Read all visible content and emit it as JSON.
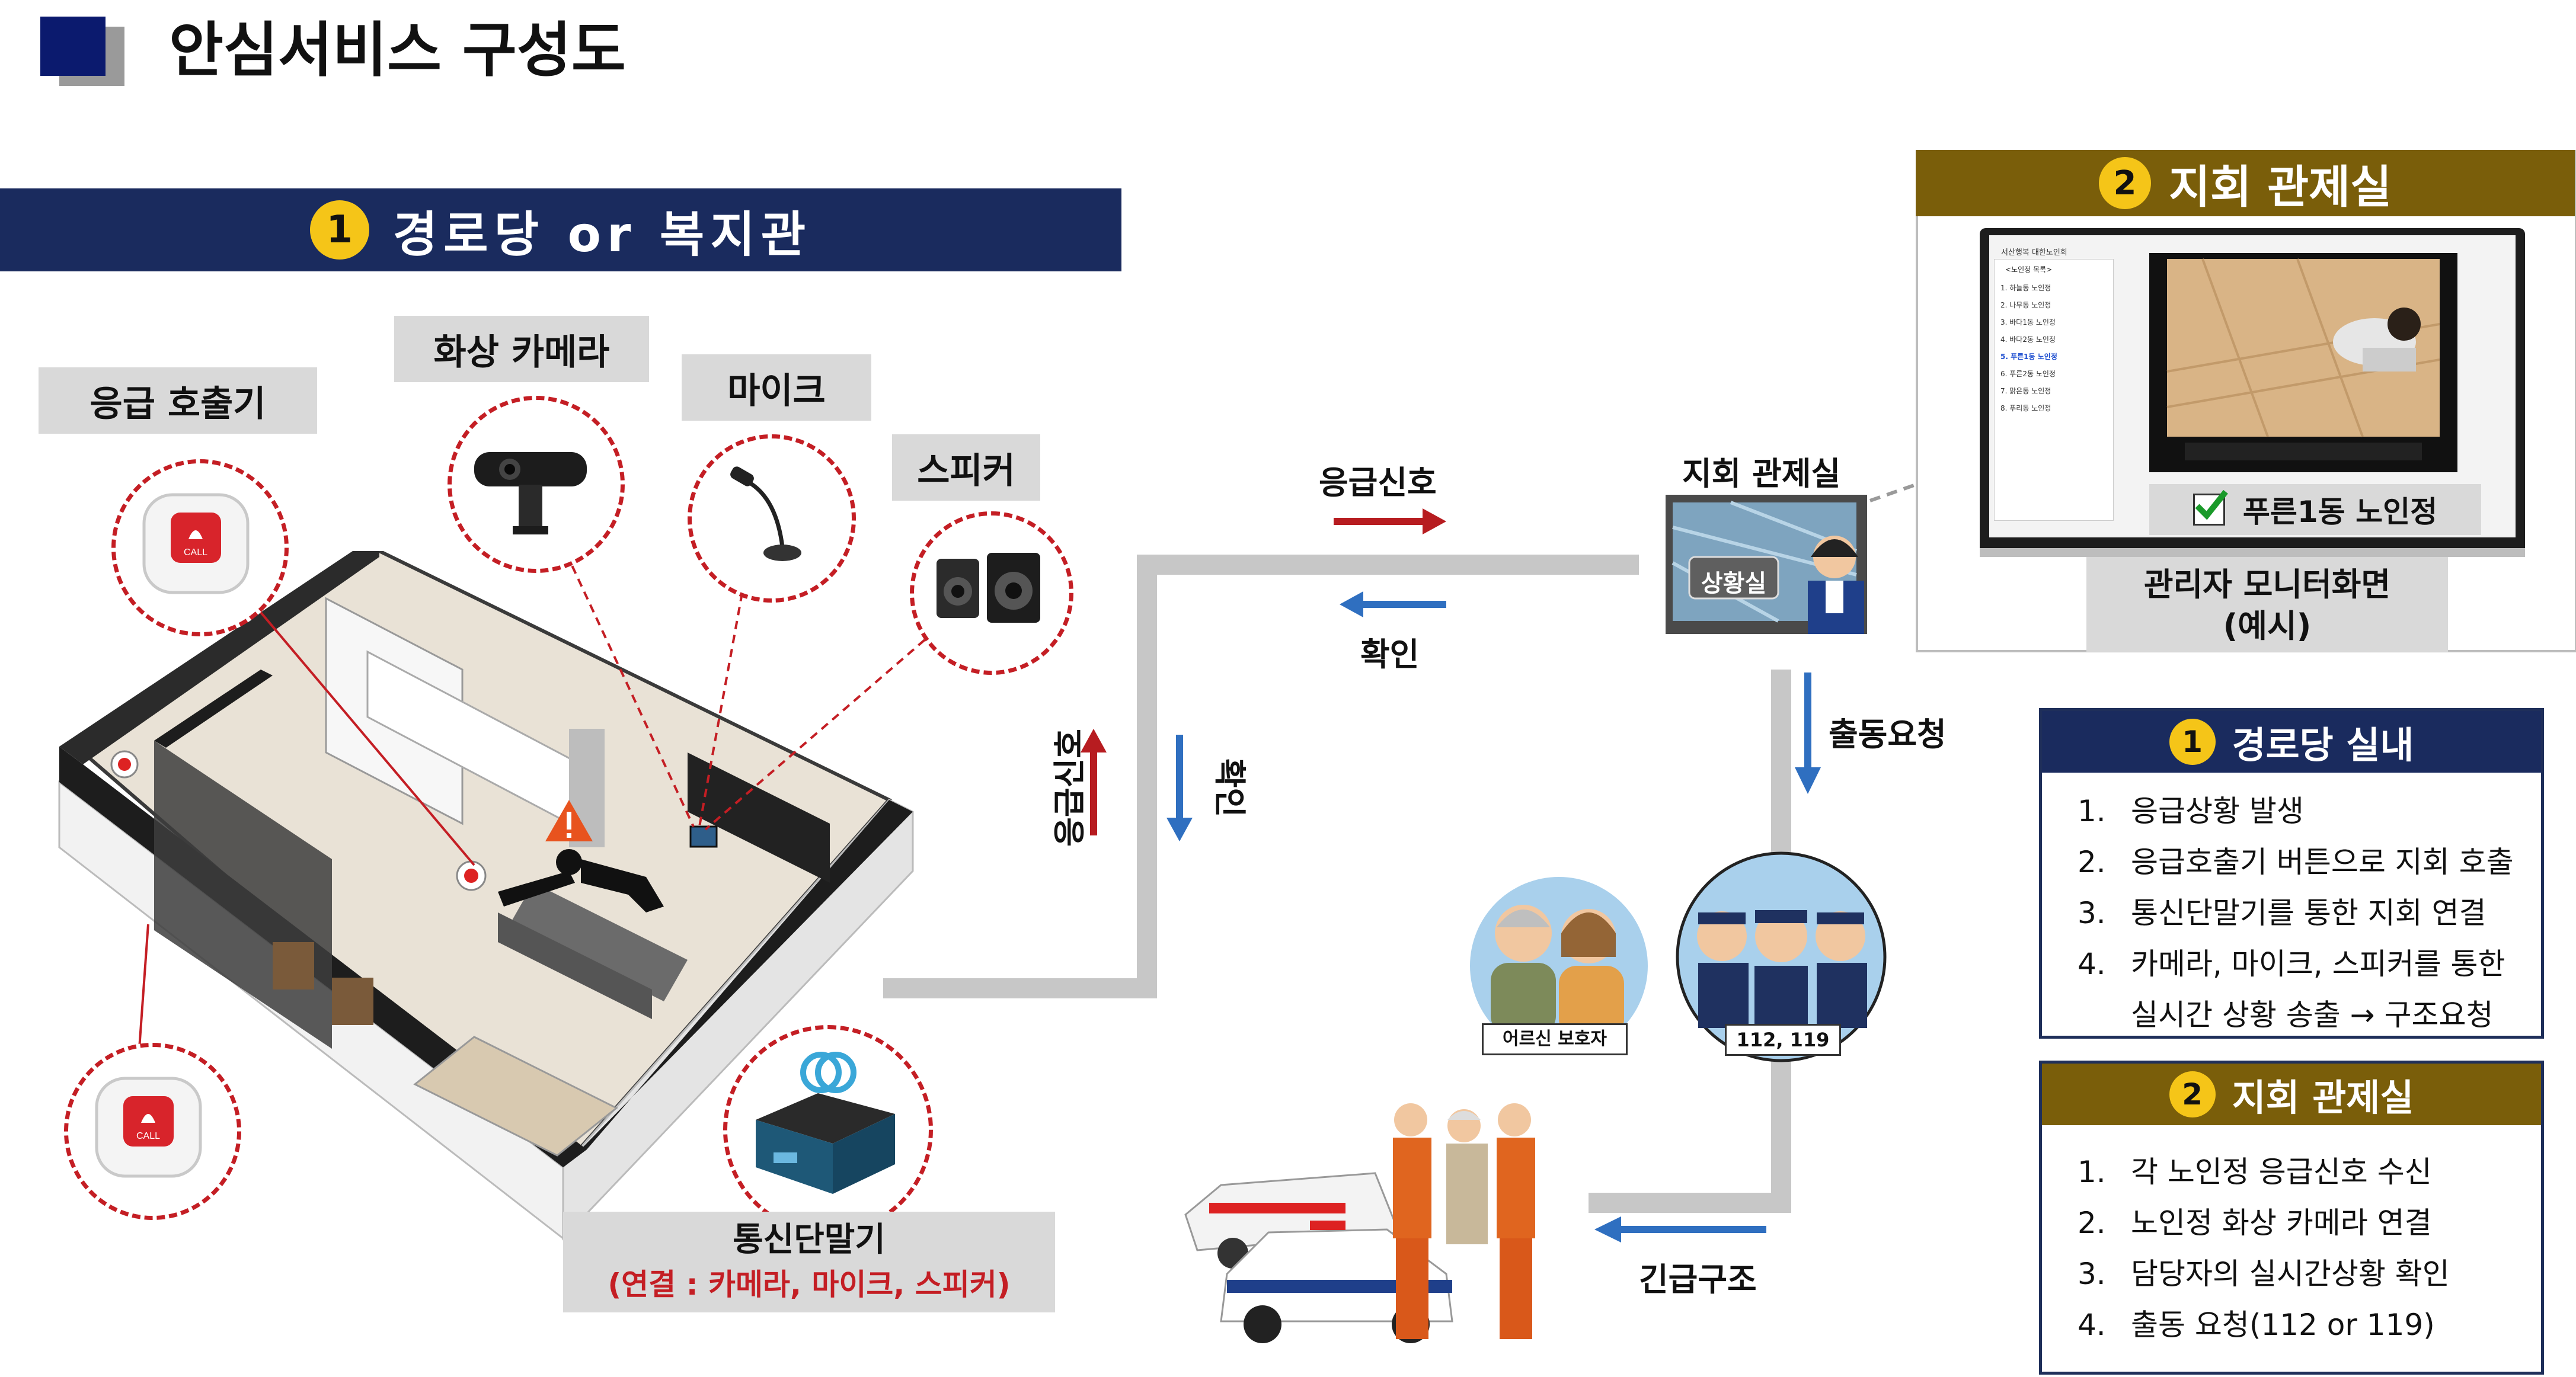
{
  "header": {
    "title": "안심서비스 구성도",
    "accent_color": "#0b1a6e"
  },
  "section1": {
    "number": "1",
    "title": "경로당 or 복지관",
    "bar_color": "#1a2b5e"
  },
  "devices": {
    "call_button": "응급 호출기",
    "camera": "화상 카메라",
    "mic": "마이크",
    "speaker": "스피커",
    "terminal_title": "통신단말기",
    "terminal_sub": "(연결 : 카메라, 마이크, 스피커)",
    "call_text": "CALL"
  },
  "flow": {
    "emergency_signal_h": "응급신호",
    "confirm_h": "확인",
    "emergency_signal_v": "응급신호",
    "confirm_v": "확인",
    "control_room": "지회 관제실",
    "situation_room": "상황실",
    "dispatch_request": "출동요청",
    "guardian": "어르신 보호자",
    "rescue_numbers": "112, 119",
    "urgent_rescue": "긴급구조"
  },
  "section2": {
    "number": "2",
    "title": "지회 관제실",
    "monitor_caption_1": "관리자 모니터화면",
    "monitor_caption_2": "(예시)",
    "selected_location": "푸른1동 노인정",
    "app_title": "서산행복 대한노인회",
    "list_header": "<노인정 목록>",
    "list": [
      "1. 하늘동 노인정",
      "2. 나무동 노인정",
      "3. 바다1동 노인정",
      "4. 바다2동 노인정",
      "5. 푸른1동 노인정",
      "6. 푸른2동 노인정",
      "7. 맑은동 노인정",
      "8. 푸리동 노인정"
    ],
    "header_color": "#7a5e0a"
  },
  "panel1": {
    "number": "1",
    "title": "경로당 실내",
    "items": [
      {
        "n": "1.",
        "text": "응급상황 발생"
      },
      {
        "n": "2.",
        "text": "응급호출기 버튼으로 지회 호출"
      },
      {
        "n": "3.",
        "text": "통신단말기를 통한 지회 연결"
      },
      {
        "n": "4.",
        "text": "카메라, 마이크, 스피커를 통한"
      },
      {
        "n": "",
        "text": "실시간 상황 송출 → 구조요청"
      }
    ]
  },
  "panel2": {
    "number": "2",
    "title": "지회 관제실",
    "items": [
      {
        "n": "1.",
        "text": "각 노인정 응급신호 수신"
      },
      {
        "n": "2.",
        "text": "노인정 화상 카메라 연결"
      },
      {
        "n": "3.",
        "text": "담당자의 실시간상황 확인"
      },
      {
        "n": "4.",
        "text": "출동 요청(112 or 119)"
      }
    ]
  }
}
